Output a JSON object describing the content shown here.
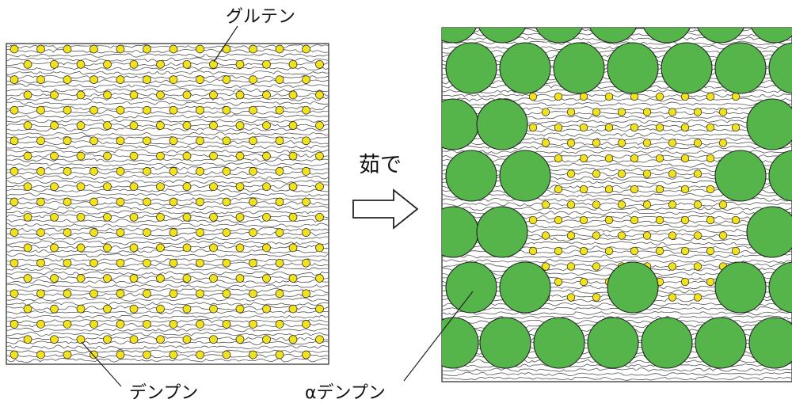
{
  "labels": {
    "gluten": "グルテン",
    "starch": "デンプン",
    "alpha_starch": "αデンプン",
    "boiling": "茹で"
  },
  "colors": {
    "raw_starch": "#f2e21c",
    "gelatinized_starch": "#55b54a",
    "outline": "#222222",
    "gluten_strand": "#555555"
  },
  "icons": {
    "process_arrow": "hollow-right-arrow-icon"
  }
}
